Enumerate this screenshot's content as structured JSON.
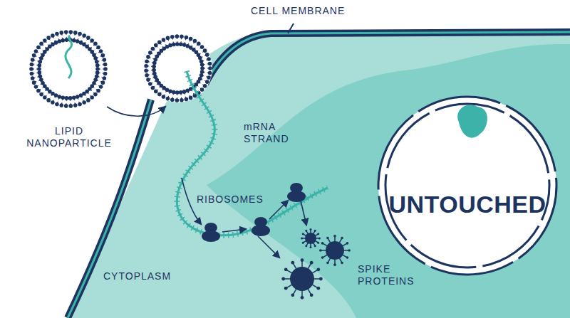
{
  "diagram": {
    "nodes": [
      {
        "text": [
          "UNTOUCHED"
        ]
      }
    ],
    "labels": [
      "CELL MEMBRANE",
      "LIPID NANOPARTICLE",
      "mRNA STRAND",
      "RIBOSOMES",
      "CYTOPLASM",
      "SPIKE PROTEINS"
    ]
  }
}
